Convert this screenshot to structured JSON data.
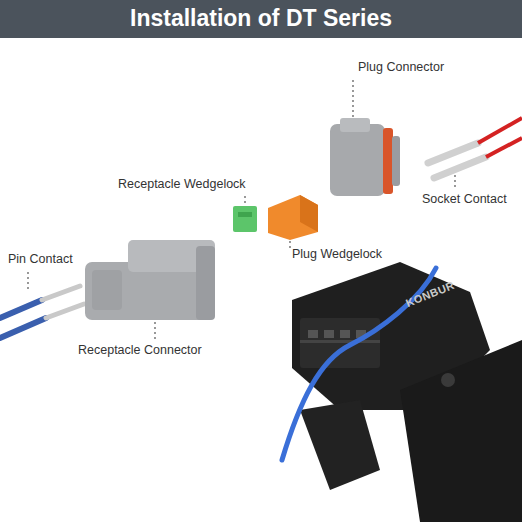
{
  "diagram": {
    "title": "Installation of DT Series",
    "labels": [
      "Plug Connector",
      "Receptacle Wedgelock",
      "Socket Contact",
      "Plug Wedgelock",
      "Pin Contact",
      "Receptacle Connector",
      "KONBUR"
    ]
  }
}
